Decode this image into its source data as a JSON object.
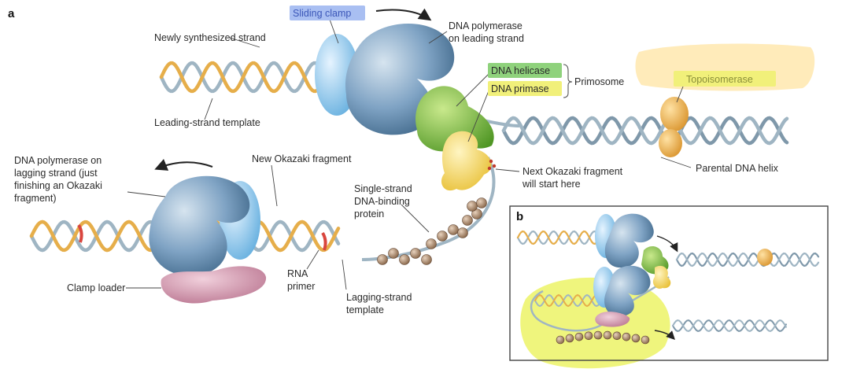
{
  "panel_a_letter": "a",
  "panel_b_letter": "b",
  "labels": {
    "sliding_clamp": "Sliding clamp",
    "newly_synthesized": "Newly synthesized strand",
    "leading_template": "Leading-strand template",
    "pol_leading_1": "DNA polymerase",
    "pol_leading_2": "on leading strand",
    "helicase": "DNA helicase",
    "primase": "DNA primase",
    "primosome": "Primosome",
    "topoisomerase": "Topoisomerase",
    "pol_lagging_1": "DNA polymerase on",
    "pol_lagging_2": "lagging strand (just",
    "pol_lagging_3": "finishing an Okazaki",
    "pol_lagging_4": "fragment)",
    "new_okazaki": "New Okazaki fragment",
    "ssb_1": "Single-strand",
    "ssb_2": "DNA-binding",
    "ssb_3": "protein",
    "next_okazaki_1": "Next Okazaki fragment",
    "next_okazaki_2": "will start here",
    "parental": "Parental DNA helix",
    "clamp_loader": "Clamp loader",
    "rna_1": "RNA",
    "rna_2": "primer",
    "lagging_template_1": "Lagging-strand",
    "lagging_template_2": "template"
  },
  "colors": {
    "polymerase": "#7fa3c4",
    "clamp": "#8fc8ec",
    "helicase": "#7ab83a",
    "primase": "#f3d45c",
    "topoisomerase": "#eeb14a",
    "clamp_loader": "#d49aae",
    "ssb": "#9e7a60",
    "strand_orange": "#e6ae4a",
    "strand_grey": "#9fb5c3",
    "rna_primer": "#d9463e",
    "highlight_yellow": "#eaf24a",
    "highlight_orange": "#ffe6a8",
    "label_blue_bg": "#a9bff2",
    "label_green_bg": "#8fd27c",
    "label_yellow_bg": "#f1f07a"
  }
}
